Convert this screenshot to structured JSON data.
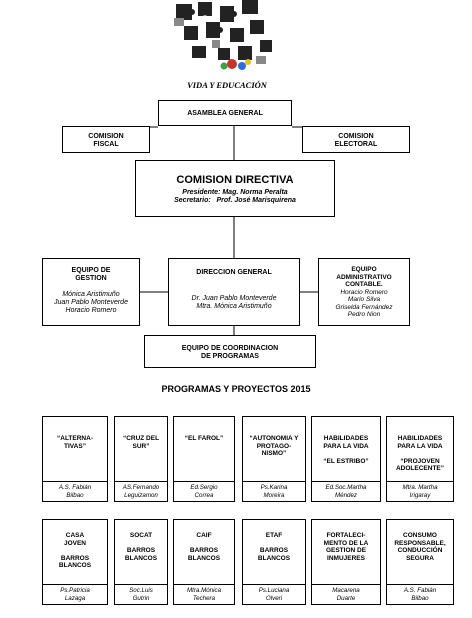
{
  "header": {
    "logo_caption": "VIDA Y EDUCACIÓN"
  },
  "org": {
    "asamblea": "ASAMBLEA GENERAL",
    "fiscal": [
      "COMISION",
      "FISCAL"
    ],
    "electoral": [
      "COMISION",
      "ELECTORAL"
    ],
    "directiva": {
      "title": "COMISION DIRECTIVA",
      "line1": "Presidente: Mag. Norma Peralta",
      "line2": "Secretario:   Prof. José Marisquirena"
    },
    "gestion": {
      "title": [
        "EQUIPO DE",
        "GESTION"
      ],
      "members": [
        "Mónica Aristimuño",
        "Juan Pablo Monteverde",
        "Horacio Romero"
      ]
    },
    "direccion": {
      "title": "DIRECCION GENERAL",
      "members": [
        "Dr. Juan Pablo Monteverde",
        "Mtra. Mónica Aristimuño"
      ]
    },
    "administrativo": {
      "title": [
        "EQUIPO",
        "ADMINISTRATIVO",
        "CONTABLE."
      ],
      "members": [
        "Horacio Romero",
        "Mario Silva",
        "Griselda Fernández",
        "Pedro Nion"
      ]
    },
    "coordinacion": [
      "EQUIPO DE COORDINACION",
      "DE PROGRAMAS"
    ]
  },
  "programs_title": "PROGRAMAS Y PROYECTOS 2015",
  "programs_row1": [
    {
      "title": [
        "“ALTERNA-",
        "TIVAS”"
      ],
      "person": [
        "A.S. Fabián",
        "Bilbao"
      ]
    },
    {
      "title": [
        "“CRUZ DEL",
        "SUR”"
      ],
      "person": [
        "AS.Fernando",
        "Leguizamon"
      ]
    },
    {
      "title": [
        "“EL FAROL”"
      ],
      "person": [
        "Ed.Sergio",
        "Correa"
      ]
    },
    {
      "title": [
        "“AUTONOMIA Y",
        "PROTAGO-",
        "NISMO”"
      ],
      "person": [
        "Ps.Karina",
        "Moreira"
      ]
    },
    {
      "title": [
        "HABILIDADES",
        "PARA LA VIDA",
        "",
        "“EL ESTRIBO”"
      ],
      "person": [
        "Ed.Soc.Martha",
        "Méndez"
      ]
    },
    {
      "title": [
        "HABILIDADES",
        "PARA LA VIDA",
        "",
        "“PROJOVEN",
        "ADOLECENTE”"
      ],
      "person": [
        "Mtra. Martha",
        "Irigaray"
      ]
    }
  ],
  "programs_row2": [
    {
      "title": [
        "CASA",
        "JOVEN",
        "",
        "BARROS",
        "BLANCOS"
      ],
      "person": [
        "Ps.Patricia",
        "Lazaga"
      ]
    },
    {
      "title": [
        "SOCAT",
        "",
        "BARROS",
        "BLANCOS"
      ],
      "person": [
        "Soc.Luis",
        "Gutrin"
      ]
    },
    {
      "title": [
        "CAIF",
        "",
        "BARROS",
        "BLANCOS"
      ],
      "person": [
        "Mtra.Mónica",
        "Techera"
      ]
    },
    {
      "title": [
        "ETAF",
        "",
        "BARROS",
        "BLANCOS"
      ],
      "person": [
        "Ps.Luciana",
        "Olveri"
      ]
    },
    {
      "title": [
        "FORTALECI-",
        "MENTO DE LA",
        "GESTION DE",
        "INMUJERES"
      ],
      "person": [
        "Macarena",
        "Duarte"
      ]
    },
    {
      "title": [
        "CONSUMO",
        "RESPONSABLE,",
        "CONDUCCIÓN",
        "SEGURA"
      ],
      "person": [
        "A.S. Fabián",
        "Bilbao"
      ]
    }
  ]
}
